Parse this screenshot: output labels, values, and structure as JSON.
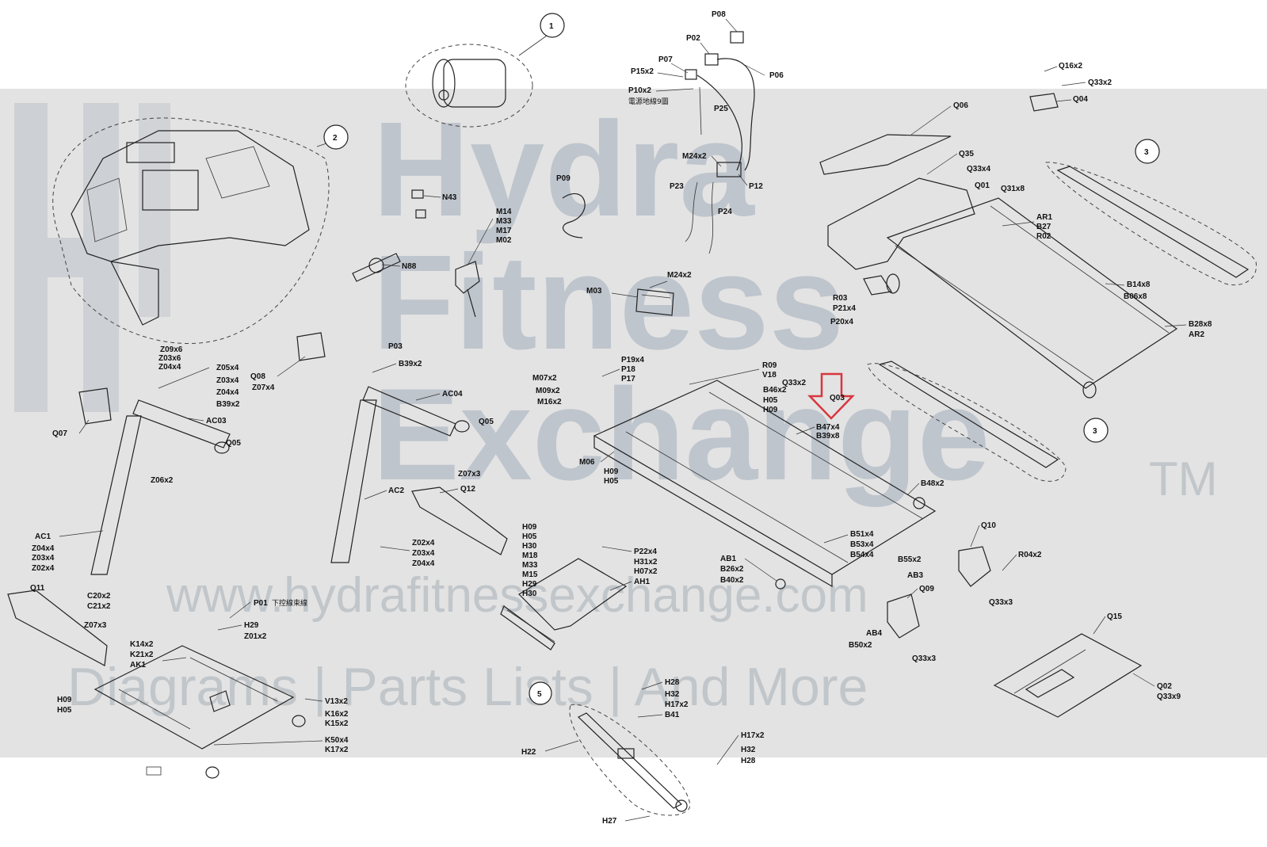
{
  "watermark": {
    "brand_line1": "Hydra",
    "brand_line2": "Fitness",
    "brand_line3": "Exchange",
    "trademark": "TM",
    "url": "www.hydrafitnessexchange.com",
    "tagline": "Diagrams | Parts Lists | And More"
  },
  "callouts": [
    "1",
    "2",
    "3",
    "3",
    "5"
  ],
  "labels": {
    "P08": "P08",
    "P02": "P02",
    "P07": "P07",
    "P15x2": "P15x2",
    "P06": "P06",
    "P10x2": "P10x2",
    "ground_note": "電源地線9圖",
    "P25": "P25",
    "M24x2_top": "M24x2",
    "P12": "P12",
    "P23": "P23",
    "P24": "P24",
    "P09": "P09",
    "N43": "N43",
    "M14": "M14",
    "M33": "M33",
    "M17": "M17",
    "M02": "M02",
    "N88": "N88",
    "M03": "M03",
    "M24x2": "M24x2",
    "Q16x2": "Q16x2",
    "Q33x2_top": "Q33x2",
    "Q04": "Q04",
    "Q06": "Q06",
    "Q35": "Q35",
    "Q33x4": "Q33x4",
    "Q01": "Q01",
    "Q31x8": "Q31x8",
    "AR1": "AR1",
    "B27": "B27",
    "R02": "R02",
    "R03": "R03",
    "P21x4": "P21x4",
    "P20x4": "P20x4",
    "B14x8": "B14x8",
    "B06x8": "B06x8",
    "B28x8": "B28x8",
    "AR2": "AR2",
    "Z09x6": "Z09x6",
    "Z03x6": "Z03x6",
    "Z04x4_top": "Z04x4",
    "Z05x4": "Z05x4",
    "Z03x4_top": "Z03x4",
    "Z04x4_b": "Z04x4",
    "B39x2_left": "B39x2",
    "Q07": "Q07",
    "AC03": "AC03",
    "Q05_left": "Q05",
    "Z06x2": "Z06x2",
    "Q08": "Q08",
    "Z07x4": "Z07x4",
    "P03": "P03",
    "B39x2": "B39x2",
    "AC04": "AC04",
    "Q05": "Q05",
    "AC2": "AC2",
    "Z07x3_mid": "Z07x3",
    "Q12": "Q12",
    "Z02x4_mid": "Z02x4",
    "Z03x4_mid": "Z03x4",
    "Z04x4_mid": "Z04x4",
    "AC1": "AC1",
    "Z04x4_l": "Z04x4",
    "Z03x4_l": "Z03x4",
    "Z02x4_l": "Z02x4",
    "C20x2": "C20x2",
    "C21x2": "C21x2",
    "P01": "P01",
    "P01_note": "下控線束線",
    "Q11": "Q11",
    "Z07x3": "Z07x3",
    "H29_l": "H29",
    "Z01x2": "Z01x2",
    "K14x2": "K14x2",
    "K21x2": "K21x2",
    "AK1": "AK1",
    "H09_l": "H09",
    "H05_l": "H05",
    "V13x2": "V13x2",
    "K16x2": "K16x2",
    "K15x2": "K15x2",
    "K50x4": "K50x4",
    "K17x2": "K17x2",
    "M07x2": "M07x2",
    "M09x2": "M09x2",
    "M16x2": "M16x2",
    "P19x4": "P19x4",
    "P18": "P18",
    "P17": "P17",
    "R09": "R09",
    "V18": "V18",
    "Q33x2": "Q33x2",
    "B46x2": "B46x2",
    "H05": "H05",
    "H09": "H09",
    "Q03": "Q03",
    "B47x4": "B47x4",
    "B39x8": "B39x8",
    "M06": "M06",
    "H09_m": "H09",
    "H05_m": "H05",
    "H09_c": "H09",
    "H05_c": "H05",
    "H30_a": "H30",
    "M18": "M18",
    "M33_c": "M33",
    "M15": "M15",
    "H29": "H29",
    "H30_b": "H30",
    "P22x4": "P22x4",
    "H31x2": "H31x2",
    "H07x2": "H07x2",
    "AH1": "AH1",
    "B48x2": "B48x2",
    "B51x4": "B51x4",
    "B53x4": "B53x4",
    "B54x4": "B54x4",
    "AB1": "AB1",
    "B26x2": "B26x2",
    "B40x2": "B40x2",
    "Q10": "Q10",
    "R04x2": "R04x2",
    "B55x2": "B55x2",
    "AB3": "AB3",
    "Q33x3_a": "Q33x3",
    "Q09": "Q09",
    "AB4": "AB4",
    "B50x2": "B50x2",
    "Q33x3_b": "Q33x3",
    "Q15": "Q15",
    "Q02": "Q02",
    "Q33x9": "Q33x9",
    "H28_a": "H28",
    "H32_a": "H32",
    "H17x2_a": "H17x2",
    "B41": "B41",
    "H22": "H22",
    "H17x2_b": "H17x2",
    "H32_b": "H32",
    "H28_b": "H28",
    "H27": "H27"
  },
  "colors": {
    "watermark_band": "#e3e3e3",
    "watermark_blue": "#7d8fa6",
    "arrow": "#d9363e",
    "line": "#222222"
  }
}
